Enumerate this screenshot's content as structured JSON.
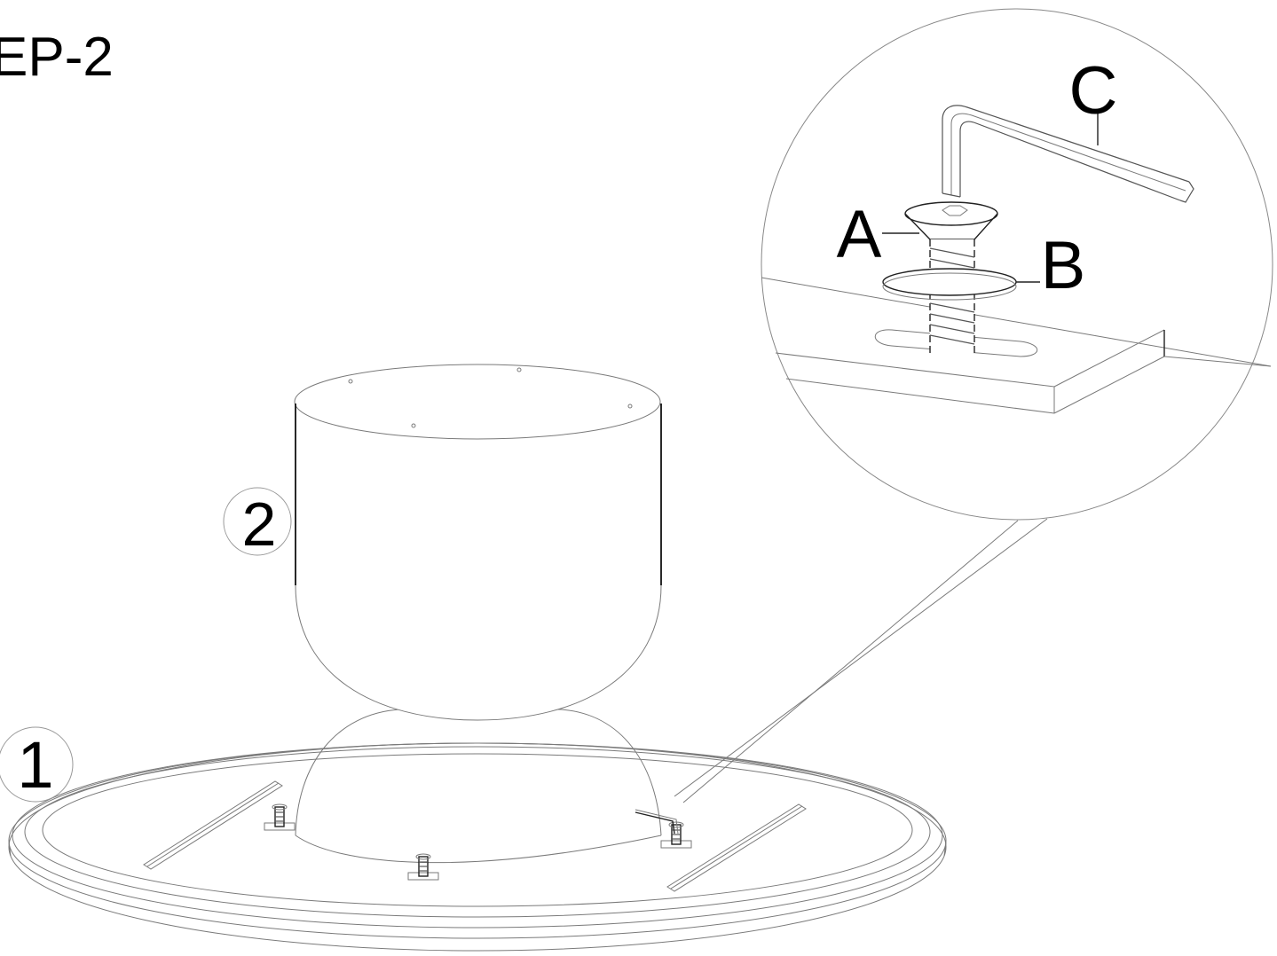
{
  "step_title": "EP-2",
  "callouts": {
    "part_1": "1",
    "part_2": "2",
    "hardware_a": "A",
    "hardware_b": "B",
    "tool_c": "C"
  }
}
